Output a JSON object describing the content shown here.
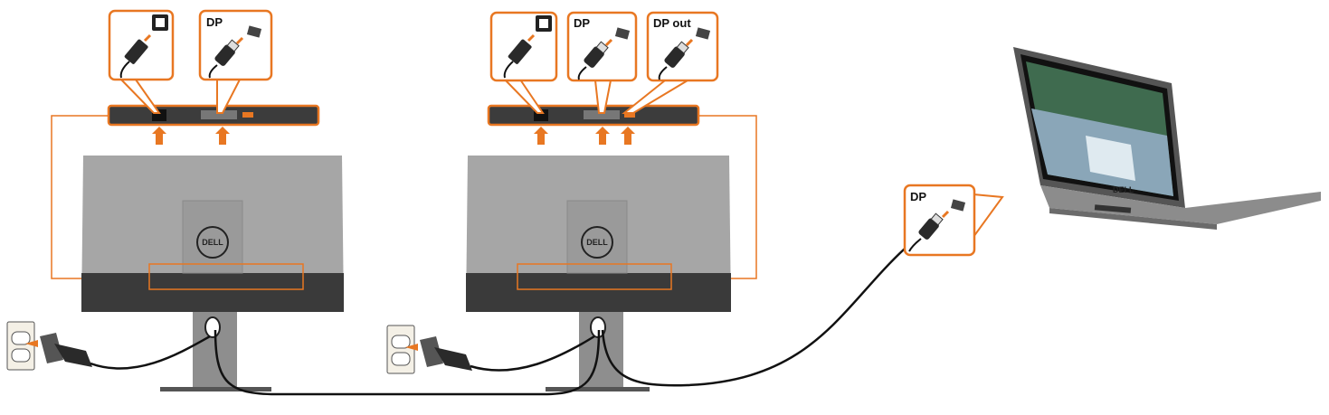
{
  "colors": {
    "accent": "#e87722",
    "monitor_back": "#a3a3a3",
    "monitor_band": "#3a3a3a",
    "cable": "#111111"
  },
  "monitor_1": {
    "logo": "DELL",
    "callouts": [
      {
        "port": "power-port-icon",
        "label": ""
      },
      {
        "port": "displayport-icon",
        "label": "DP"
      }
    ]
  },
  "monitor_2": {
    "logo": "DELL",
    "callouts": [
      {
        "port": "power-port-icon",
        "label": ""
      },
      {
        "port": "displayport-icon",
        "label": "DP"
      },
      {
        "port": "displayport-icon",
        "label": "DP out"
      }
    ]
  },
  "laptop": {
    "logo": "DELL",
    "callout": {
      "port": "displayport-icon",
      "label": "DP"
    }
  }
}
